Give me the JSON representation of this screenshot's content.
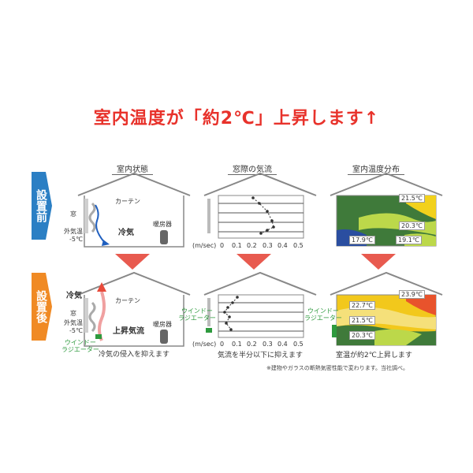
{
  "headline": "室内温度が「約2℃」上昇します↑",
  "column_titles": [
    "室内状態",
    "窓際の気流",
    "室内温度分布"
  ],
  "row_labels": {
    "before": "設置前",
    "after": "設置後"
  },
  "before": {
    "house1": {
      "curtain": "カーテン",
      "window": "窓",
      "outside_temp_label": "外気温",
      "outside_temp_value": "-5℃",
      "cold_air": "冷気",
      "heater": "暖房器"
    },
    "airflow": {
      "unit": "(m/sec)",
      "ticks": [
        "0",
        "0.1",
        "0.2",
        "0.3",
        "0.4",
        "0.5"
      ]
    },
    "temps": [
      "21.5℃",
      "20.3℃",
      "17.9℃",
      "19.1℃"
    ]
  },
  "after": {
    "house1": {
      "cold_air": "冷気",
      "curtain": "カーテン",
      "window": "窓",
      "outside_temp_label": "外気温",
      "outside_temp_value": "-5℃",
      "rising_air": "上昇気流",
      "heater": "暖房器",
      "radiator": "ウインドー\nラジエーター",
      "caption": "冷気の侵入を抑えます"
    },
    "airflow": {
      "unit": "(m/sec)",
      "ticks": [
        "0",
        "0.1",
        "0.2",
        "0.3",
        "0.4",
        "0.5"
      ],
      "radiator": "ウインドー\nラジエーター",
      "caption": "気流を半分以下に抑えます"
    },
    "temps": [
      "23.9℃",
      "22.7℃",
      "21.5℃",
      "20.3℃"
    ],
    "temp_radiator": "ウインドー\nラジエーター",
    "temp_caption": "室温が約2℃上昇します"
  },
  "footnote": "※建物やガラスの断熱気密性能で変わります。当社調べ。",
  "colors": {
    "headline": "#e8322b",
    "before_tag": "#2b7fc4",
    "after_tag": "#f08a24",
    "arrow": "#e85a4f",
    "radiator": "#2e9a3e",
    "cold": "#1f5fbf",
    "warm": "#e84a3a"
  }
}
